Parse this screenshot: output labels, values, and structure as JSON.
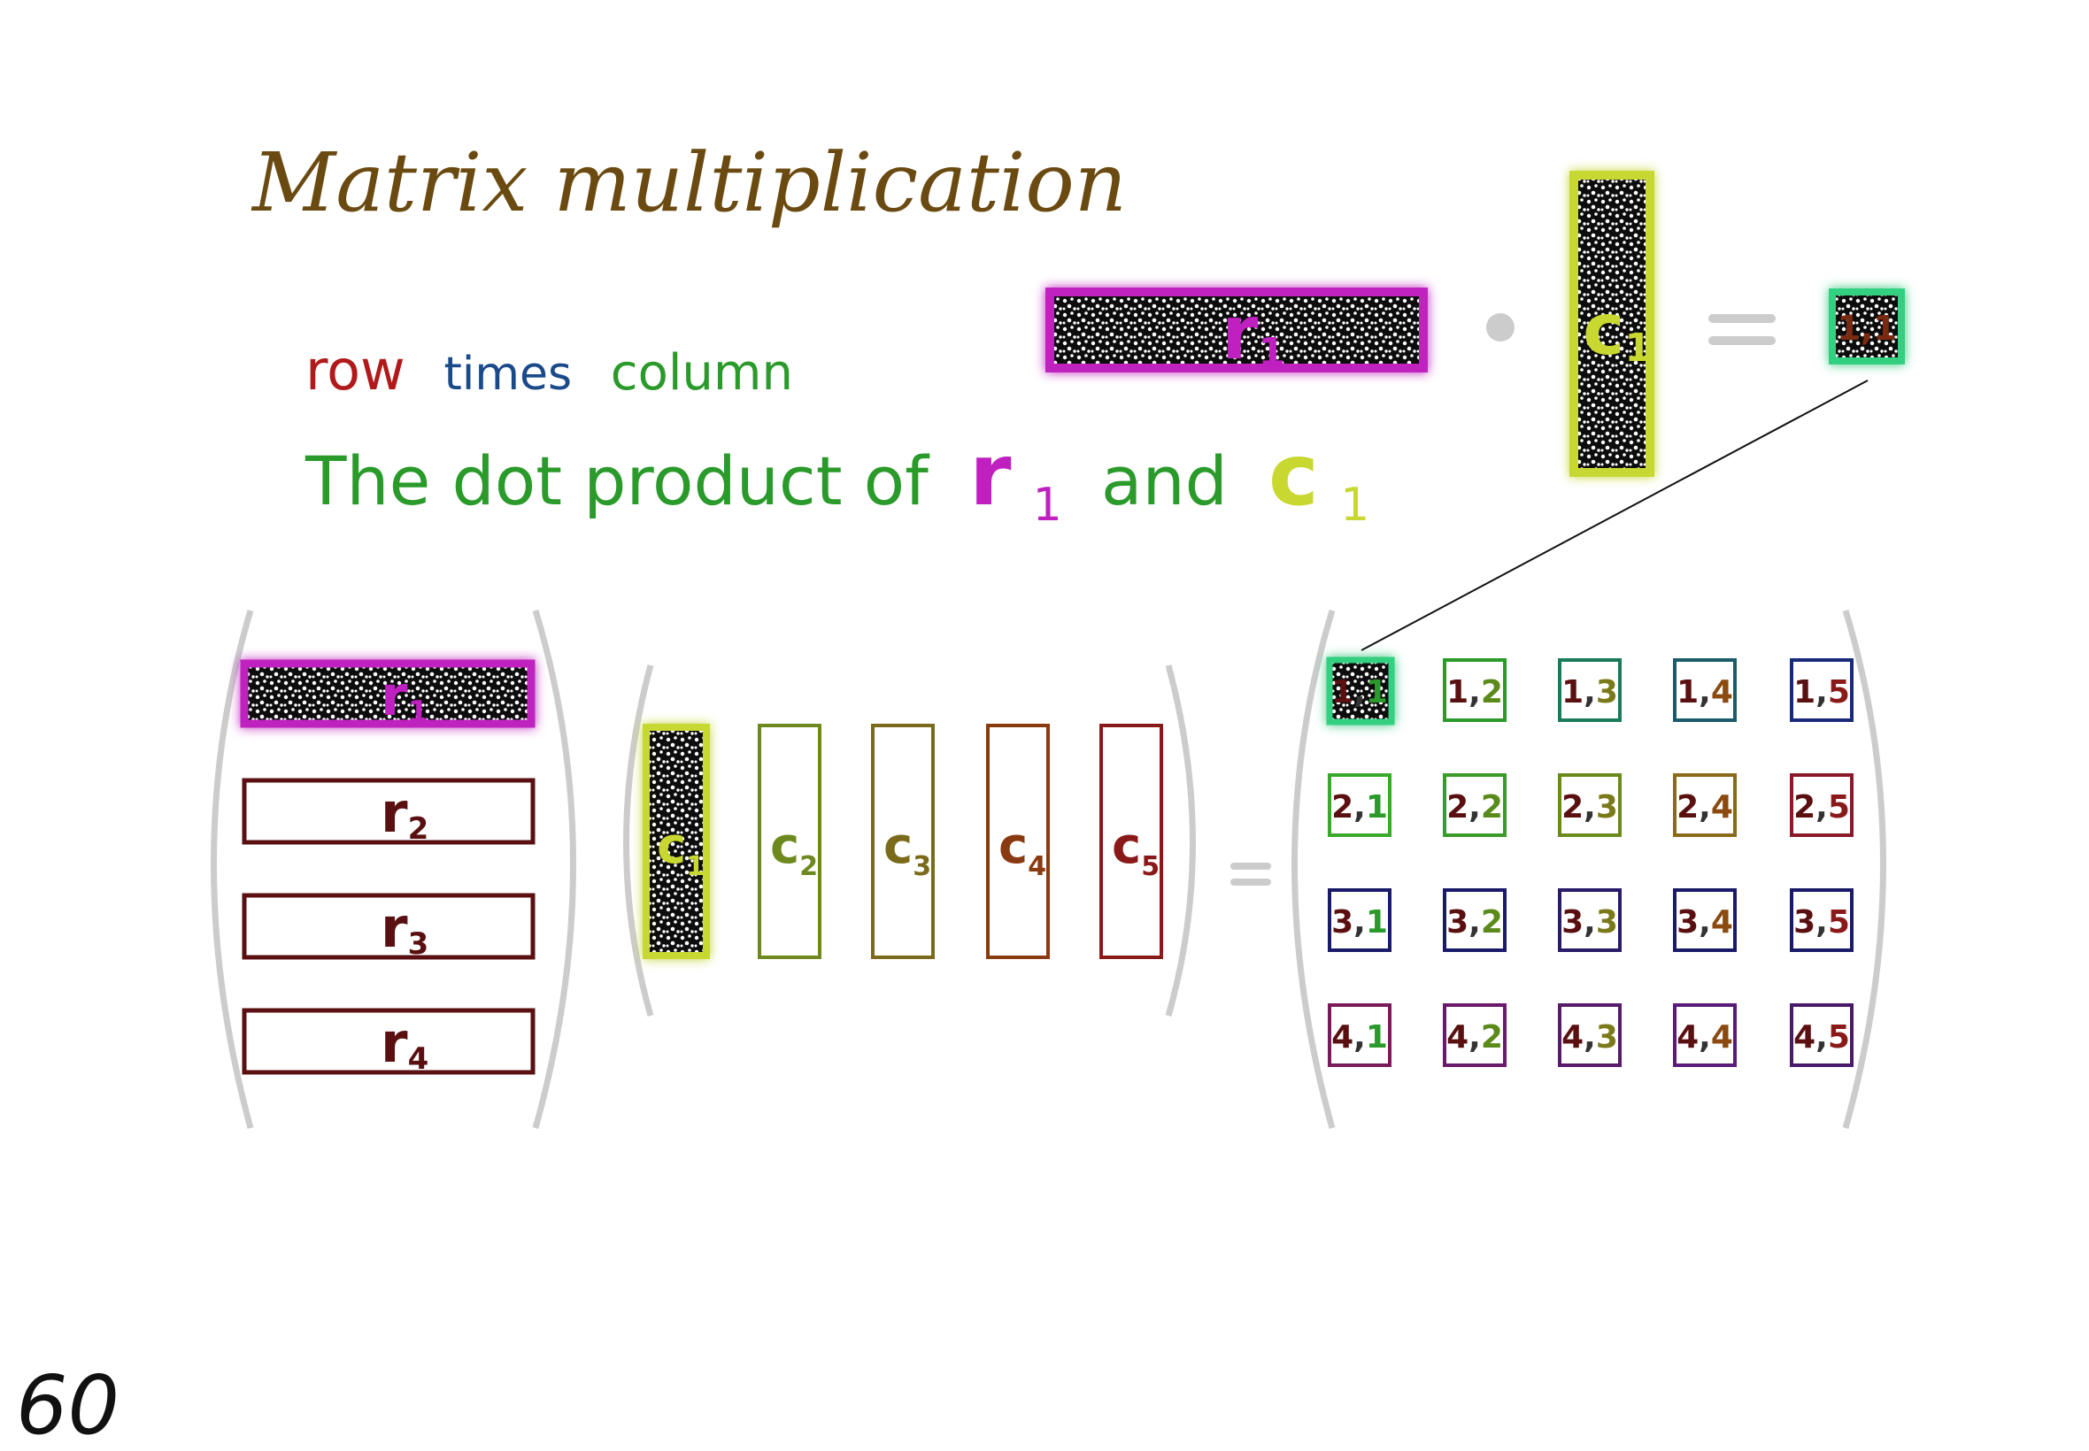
{
  "title": "Matrix multiplication",
  "subtitle": {
    "row": "row",
    "times": "times",
    "column": "column"
  },
  "sentence": {
    "prefix": "The dot product of",
    "r_letter": "r",
    "r_index": "1",
    "and": "and",
    "c_letter": "c",
    "c_index": "1"
  },
  "top_equation": {
    "row_letter": "r",
    "row_index": "1",
    "col_letter": "c",
    "col_index": "1",
    "result_label": "1,1"
  },
  "rows": [
    {
      "letter": "r",
      "index": "1",
      "highlighted": true
    },
    {
      "letter": "r",
      "index": "2",
      "highlighted": false
    },
    {
      "letter": "r",
      "index": "3",
      "highlighted": false
    },
    {
      "letter": "r",
      "index": "4",
      "highlighted": false
    }
  ],
  "columns": [
    {
      "letter": "c",
      "index": "1",
      "highlighted": true,
      "color": "#8a9a1a"
    },
    {
      "letter": "c",
      "index": "2",
      "highlighted": false,
      "color": "#6e8a1e"
    },
    {
      "letter": "c",
      "index": "3",
      "highlighted": false,
      "color": "#7a6a1a"
    },
    {
      "letter": "c",
      "index": "4",
      "highlighted": false,
      "color": "#8a3a10"
    },
    {
      "letter": "c",
      "index": "5",
      "highlighted": false,
      "color": "#8a1a1a"
    }
  ],
  "result_rows": [
    [
      {
        "r": "1",
        "c": "1",
        "box": "#1a8a3a",
        "highlighted": true
      },
      {
        "r": "1",
        "c": "2",
        "box": "#2a9a2a",
        "highlighted": false
      },
      {
        "r": "1",
        "c": "3",
        "box": "#1a7a5a",
        "highlighted": false
      },
      {
        "r": "1",
        "c": "4",
        "box": "#1a5a6a",
        "highlighted": false
      },
      {
        "r": "1",
        "c": "5",
        "box": "#1a2a7a",
        "highlighted": false
      }
    ],
    [
      {
        "r": "2",
        "c": "1",
        "box": "#3aa82a",
        "highlighted": false
      },
      {
        "r": "2",
        "c": "2",
        "box": "#3a9a2a",
        "highlighted": false
      },
      {
        "r": "2",
        "c": "3",
        "box": "#6a8a1a",
        "highlighted": false
      },
      {
        "r": "2",
        "c": "4",
        "box": "#8a6a1a",
        "highlighted": false
      },
      {
        "r": "2",
        "c": "5",
        "box": "#8a1a2a",
        "highlighted": false
      }
    ],
    [
      {
        "r": "3",
        "c": "1",
        "box": "#1a1a6a",
        "highlighted": false
      },
      {
        "r": "3",
        "c": "2",
        "box": "#1a1a6a",
        "highlighted": false
      },
      {
        "r": "3",
        "c": "3",
        "box": "#2a1a6a",
        "highlighted": false
      },
      {
        "r": "3",
        "c": "4",
        "box": "#1a1a6a",
        "highlighted": false
      },
      {
        "r": "3",
        "c": "5",
        "box": "#1a1a6a",
        "highlighted": false
      }
    ],
    [
      {
        "r": "4",
        "c": "1",
        "box": "#7a1a5a",
        "highlighted": false
      },
      {
        "r": "4",
        "c": "2",
        "box": "#6a1a6a",
        "highlighted": false
      },
      {
        "r": "4",
        "c": "3",
        "box": "#5a1a6a",
        "highlighted": false
      },
      {
        "r": "4",
        "c": "4",
        "box": "#5a1a7a",
        "highlighted": false
      },
      {
        "r": "4",
        "c": "5",
        "box": "#4a1a6a",
        "highlighted": false
      }
    ]
  ],
  "column_index_colors": [
    "#2a9a2a",
    "#5a8a1a",
    "#7a7a1a",
    "#8a4a10",
    "#8a1a1a"
  ],
  "page_number": "60",
  "colors": {
    "title": "#6a4a10",
    "row_word": "#b01a1a",
    "times_word": "#1a4a8a",
    "column_word": "#2a9a2a",
    "sentence": "#2a9a2a",
    "r_highlight": "#c020c0",
    "c_highlight": "#c8d830",
    "row_box": "#5a1010",
    "row_label": "#5a1010",
    "paren": "#cccccc",
    "equals": "#cccccc",
    "result_glow": "#30d080"
  }
}
